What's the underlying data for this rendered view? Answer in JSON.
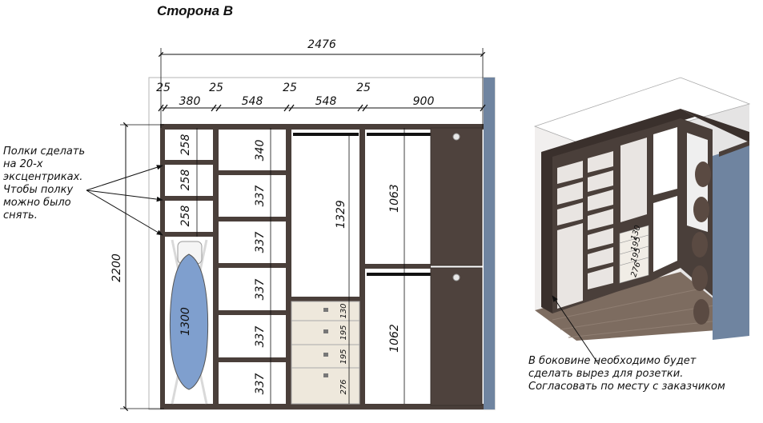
{
  "title": "Сторона В",
  "notes": {
    "shelves": [
      "Полки сделать",
      "на 20-х",
      "эксцентриках.",
      "Чтобы полку",
      "можно было",
      "снять."
    ],
    "socket": [
      "В боковине необходимо будет",
      "сделать вырез для розетки.",
      "Согласовать по месту с заказчиком"
    ]
  },
  "dimensions": {
    "total_width": "2476",
    "total_height": "2200",
    "top": [
      "25",
      "380",
      "25",
      "548",
      "25",
      "548",
      "25",
      "900"
    ],
    "col1_shelves": [
      "258",
      "258",
      "258"
    ],
    "ironing_board": "1300",
    "col2_shelves": [
      "340",
      "337",
      "337",
      "337",
      "337",
      "337"
    ],
    "col3_upper": "1329",
    "col3_drawers": [
      "130",
      "195",
      "195",
      "276"
    ],
    "col4_upper": "1063",
    "col4_lower": "1062",
    "view3d_drawers": [
      "130",
      "195",
      "195",
      "276"
    ]
  },
  "colors": {
    "panel": "#4a3f3a",
    "panel_dark": "#3a302c",
    "door": "#4e423d",
    "floor": "#7d6c60",
    "side_panel": "#6f84a0",
    "ironing": "#7f9fce",
    "drawer": "#eee8dc"
  }
}
